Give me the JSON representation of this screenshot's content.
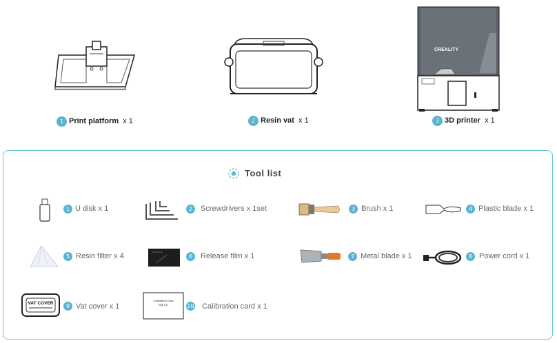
{
  "products": [
    {
      "num": "1",
      "name": "Print platform",
      "qty": "x 1"
    },
    {
      "num": "2",
      "name": "Resin vat",
      "qty": "x 1"
    },
    {
      "num": "3",
      "name": "3D printer",
      "qty": "x 1"
    }
  ],
  "printer_logo": "CREALITY",
  "tool_list": {
    "title": "Tool list",
    "items": [
      {
        "num": "1",
        "label": "U disk  x 1"
      },
      {
        "num": "2",
        "label": "Screwdrivers x 1set"
      },
      {
        "num": "3",
        "label": "Brush  x 1"
      },
      {
        "num": "4",
        "label": "Plastic blade  x 1"
      },
      {
        "num": "5",
        "label": "Resin filter  x 4"
      },
      {
        "num": "6",
        "label": "Release film  x 1"
      },
      {
        "num": "7",
        "label": "Metal blade  x 1"
      },
      {
        "num": "8",
        "label": "Power cord  x 1"
      },
      {
        "num": "9",
        "label": "Vat cover  x 1"
      },
      {
        "num": "10",
        "label": "Calibration card  x 1"
      }
    ]
  },
  "vat_cover_text": "VAT COVER",
  "calibration_card_text": "Calibration Card",
  "calibration_card_sub": "校准卡片",
  "colors": {
    "accent": "#5ab4cf",
    "border": "#6fc3d8",
    "brush_handle": "#e9c99a",
    "blade_handle": "#e07a2a"
  }
}
